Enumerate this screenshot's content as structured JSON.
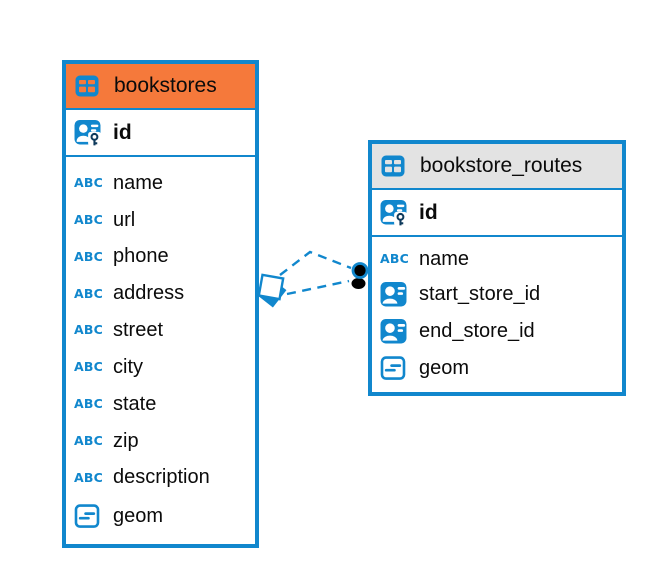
{
  "diagram": {
    "kind": "entity-relationship",
    "colors": {
      "accent_blue": "#1187cd",
      "selected_header_orange": "#f5793b",
      "header_gray": "#e3e3e3",
      "text": "#0b0b0b",
      "key_glyph_dark": "#0e3a5c",
      "handle_black": "#000000"
    },
    "tables": [
      {
        "name": "bookstores",
        "selected": true,
        "header_icon": "table-icon",
        "primary_key": {
          "name": "id",
          "icon": "primary-key-icon"
        },
        "columns": [
          {
            "name": "name",
            "icon": "text-type-icon"
          },
          {
            "name": "url",
            "icon": "text-type-icon"
          },
          {
            "name": "phone",
            "icon": "text-type-icon"
          },
          {
            "name": "address",
            "icon": "text-type-icon"
          },
          {
            "name": "street",
            "icon": "text-type-icon"
          },
          {
            "name": "city",
            "icon": "text-type-icon"
          },
          {
            "name": "state",
            "icon": "text-type-icon"
          },
          {
            "name": "zip",
            "icon": "text-type-icon"
          },
          {
            "name": "description",
            "icon": "text-type-icon"
          },
          {
            "name": "geom",
            "icon": "geometry-type-icon"
          }
        ]
      },
      {
        "name": "bookstore_routes",
        "selected": false,
        "header_icon": "table-icon",
        "primary_key": {
          "name": "id",
          "icon": "primary-key-icon"
        },
        "columns": [
          {
            "name": "name",
            "icon": "text-type-icon"
          },
          {
            "name": "start_store_id",
            "icon": "foreign-key-icon"
          },
          {
            "name": "end_store_id",
            "icon": "foreign-key-icon"
          },
          {
            "name": "geom",
            "icon": "geometry-type-icon"
          }
        ]
      }
    ],
    "relationships": [
      {
        "from_table": "bookstores",
        "from_column": "id",
        "to_table": "bookstore_routes",
        "to_column": "start_store_id",
        "line_style": "dashed"
      },
      {
        "from_table": "bookstores",
        "from_column": "id",
        "to_table": "bookstore_routes",
        "to_column": "end_store_id",
        "line_style": "dashed"
      }
    ]
  }
}
